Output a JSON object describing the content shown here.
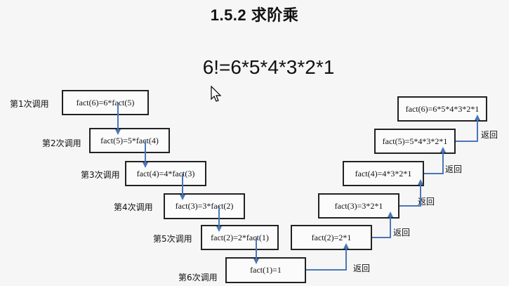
{
  "title": "1.5.2  求阶乘",
  "formula": "6!=6*5*4*3*2*1",
  "calls": [
    {
      "label": "第1次调用",
      "text": "fact(6)=6*fact(5)"
    },
    {
      "label": "第2次调用",
      "text": "fact(5)=5*fact(4)"
    },
    {
      "label": "第3次调用",
      "text": "fact(4)=4*fact(3)"
    },
    {
      "label": "第4次调用",
      "text": "fact(3)=3*fact(2)"
    },
    {
      "label": "第5次调用",
      "text": "fact(2)=2*fact(1)"
    },
    {
      "label": "第6次调用",
      "text": "fact(1)=1"
    }
  ],
  "returns": [
    {
      "text": "fact(2)=2*1",
      "label": "返回"
    },
    {
      "text": "fact(3)=3*2*1",
      "label": "返回"
    },
    {
      "text": "fact(4)=4*3*2*1",
      "label": "返回"
    },
    {
      "text": "fact(5)=5*4*3*2*1",
      "label": "返回"
    },
    {
      "text": "fact(6)=6*5*4*3*2*1",
      "label": "返回"
    }
  ],
  "colors": {
    "arrow": "#4a76b8",
    "border": "#222222",
    "background": "#f6f6f6"
  }
}
